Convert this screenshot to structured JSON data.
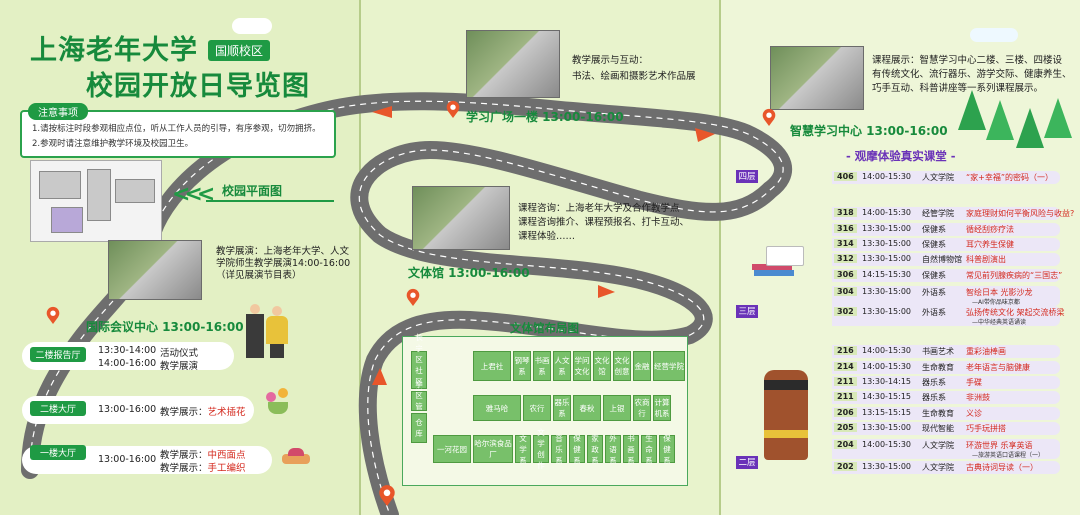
{
  "header": {
    "title_line1": "上海老年大学",
    "title_line2": "校园开放日导览图",
    "campus_badge": "国顺校区"
  },
  "notice": {
    "tag": "注意事项",
    "line1": "1.请按标注时段参观相应点位，听从工作人员的引导，有序参观，切勿拥挤。",
    "line2": "2.参观时请注意维护教学环境及校园卫生。"
  },
  "campus_map": {
    "label": "校园平面图"
  },
  "intl_center": {
    "exhibit": "教学展演：上海老年大学、人文学院师生教学展演14:00-16:00（详见展演节目表）",
    "name": "国际会议中心 13:00-16:00",
    "halls": [
      {
        "tag": "二楼报告厅",
        "time1": "13:30-14:00",
        "time2": "14:00-16:00",
        "desc1": "活动仪式",
        "desc2": "教学展演"
      },
      {
        "tag": "二楼大厅",
        "time": "13:00-16:00",
        "desc_prefix": "教学展示：",
        "desc_red": "艺术插花"
      },
      {
        "tag": "一楼大厅",
        "time": "13:00-16:00",
        "desc1_prefix": "教学展示：",
        "desc1_red": "中西面点",
        "desc2_prefix": "教学展示：",
        "desc2_red": "手工编织"
      }
    ]
  },
  "study_plaza": {
    "title": "教学展示与互动：",
    "desc": "书法、绘画和摄影艺术作品展",
    "name": "学习广场一楼 13:00-16:00"
  },
  "culture_hall": {
    "desc_line1": "课程咨询：上海老年大学及合作教学点",
    "desc_line2": "课程咨询推介、课程预报名、打卡互动、",
    "desc_line3": "课程体验……",
    "name": "文体馆 13:00-16:00",
    "layout_title": "文体馆布局图",
    "rooms": [
      "长宁区社区学院",
      "学区管理",
      "仓库",
      "上君社",
      "钢琴系",
      "书画系",
      "人文系",
      "学问文化",
      "文化馆",
      "文化创意",
      "金融",
      "经营学院",
      "雅马哈",
      "农行",
      "器乐系",
      "春秋",
      "上银",
      "农商行",
      "计算机系",
      "一河花园",
      "哈尔滨食品厂",
      "文学系",
      "文学创作",
      "音乐系",
      "保健系",
      "家政系",
      "外语系",
      "书画系",
      "生命系",
      "保健系"
    ]
  },
  "smart_center": {
    "desc_line1": "课程展示：智慧学习中心二楼、三楼、四楼设",
    "desc_line2": "有传统文化、流行器乐、游学交际、健康养生、",
    "desc_line3": "巧手互动、科普讲座等一系列课程展示。",
    "name": "智慧学习中心 13:00-16:00",
    "subtitle": "- 观摩体验真实课堂 -",
    "floors": [
      {
        "tag": "四层",
        "rows": [
          {
            "room": "406",
            "time": "14:00-15:30",
            "dept": "人文学院",
            "course": "“家+幸福”的密码（一）"
          }
        ]
      },
      {
        "tag": "三层",
        "rows": [
          {
            "room": "318",
            "time": "14:00-15:30",
            "dept": "经管学院",
            "course": "家庭理财如何平衡风险与收益?"
          },
          {
            "room": "316",
            "time": "13:30-15:00",
            "dept": "保健系",
            "course": "循经刮痧疗法"
          },
          {
            "room": "314",
            "time": "13:30-15:00",
            "dept": "保健系",
            "course": "耳穴养生保健"
          },
          {
            "room": "312",
            "time": "13:30-15:00",
            "dept": "自然博物馆",
            "course": "科普剧演出"
          },
          {
            "room": "306",
            "time": "14:15-15:30",
            "dept": "保健系",
            "course": "常见前列腺疾病的“三国志”"
          },
          {
            "room": "304",
            "time": "13:30-15:00",
            "dept": "外语系",
            "course": "智绘日本 光影沙龙",
            "sub": "—AI带你品味京都"
          },
          {
            "room": "302",
            "time": "13:30-15:00",
            "dept": "外语系",
            "course": "弘扬传统文化 架起交流桥梁",
            "sub": "—中华经典英语诵读"
          }
        ]
      },
      {
        "tag": "二层",
        "rows": [
          {
            "room": "216",
            "time": "14:00-15:30",
            "dept": "书画艺术",
            "course": "重彩油棒画"
          },
          {
            "room": "214",
            "time": "14:00-15:30",
            "dept": "生命教育",
            "course": "老年语言与脑健康"
          },
          {
            "room": "211",
            "time": "13:30-14:15",
            "dept": "器乐系",
            "course": "手碟"
          },
          {
            "room": "211",
            "time": "14:30-15:15",
            "dept": "器乐系",
            "course": "非洲鼓"
          },
          {
            "room": "206",
            "time": "13:15-15:15",
            "dept": "生命教育",
            "course": "义诊"
          },
          {
            "room": "205",
            "time": "13:30-15:00",
            "dept": "现代智能",
            "course": "巧手玩拼搭"
          },
          {
            "room": "204",
            "time": "14:00-15:30",
            "dept": "人文学院",
            "course": "环游世界 乐享英语",
            "sub": "—旅游英语口语课程（一）"
          },
          {
            "room": "202",
            "time": "13:30-15:00",
            "dept": "人文学院",
            "course": "古典诗词导读（一）"
          }
        ]
      }
    ]
  },
  "colors": {
    "primary_green": "#178a3c",
    "road": "#6e6e6e",
    "pin": "#e8562a",
    "floor_purple": "#6a32b8",
    "highlight_red": "#d42a1f"
  }
}
